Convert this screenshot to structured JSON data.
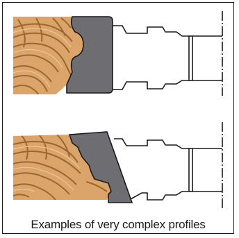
{
  "caption": "Examples of very complex profiles",
  "colors": {
    "wood_base": "#dba46b",
    "wood_grain": "#9c6630",
    "blade": "#6e6e72",
    "outline": "#1a1a1a",
    "border": "#1a1a1a"
  },
  "illustrations": [
    {
      "name": "complex-profile-cutter-1"
    },
    {
      "name": "complex-profile-cutter-2"
    }
  ]
}
